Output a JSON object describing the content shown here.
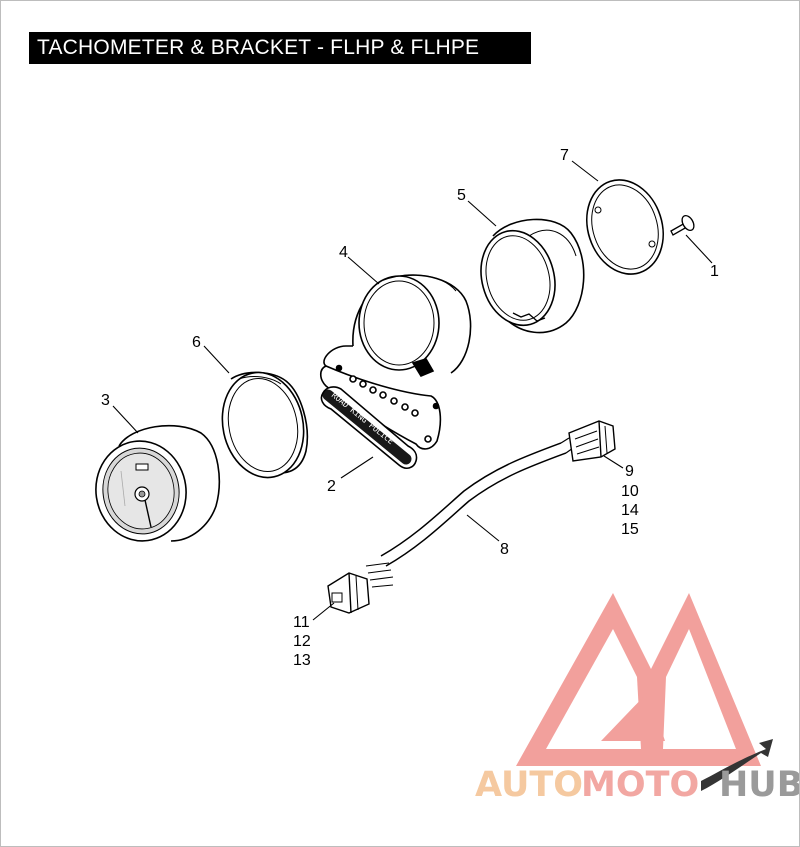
{
  "title": "TACHOMETER & BRACKET - FLHP & FLHPE",
  "callouts": {
    "c1": "1",
    "c2": "2",
    "c3": "3",
    "c4": "4",
    "c5": "5",
    "c6": "6",
    "c7": "7",
    "c8": "8",
    "c9": "9",
    "c10": "10",
    "c14": "14",
    "c15": "15",
    "c11": "11",
    "c12": "12",
    "c13": "13"
  },
  "nameplate_text": "ROAD KING POLICE",
  "watermark": {
    "part1": "AUTO",
    "part2": "MOTO",
    "part3": "HUB",
    "colors": {
      "auto": "#f5c9a0",
      "moto": "#f2a7a2",
      "hub": "#9a9a9a",
      "triangle": "#ee8b87"
    }
  }
}
